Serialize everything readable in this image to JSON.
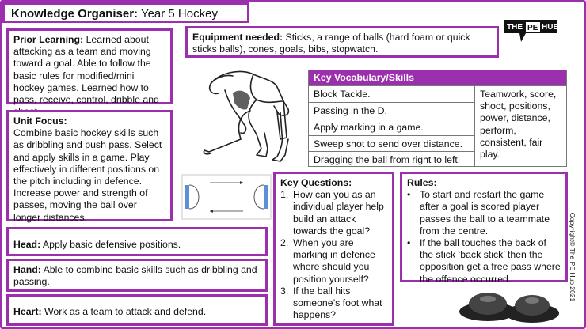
{
  "title": {
    "prefix": "Knowledge Organiser:",
    "suffix": "Year 5 Hockey"
  },
  "logo": {
    "text1": "THE",
    "text2": "PE",
    "text3": "HUB"
  },
  "prior": {
    "label": "Prior Learning:",
    "text": "Learned about attacking as a team and moving toward a goal. Able to follow the basic rules for modified/mini hockey games. Learned how to pass, receive, control, dribble and shoot."
  },
  "equipment": {
    "label": "Equipment needed:",
    "text": "Sticks, a range of balls (hard foam or quick sticks balls), cones, goals, bibs, stopwatch."
  },
  "unit": {
    "label": "Unit Focus:",
    "text": "Combine basic hockey skills such as dribbling and push pass. Select and apply skills in a game. Play effectively in different positions on the pitch including in defence. Increase power and strength of passes, moving the ball over longer distances."
  },
  "vocab": {
    "heading": "Key Vocabulary/Skills",
    "rows": [
      "Block Tackle.",
      "Passing in the D.",
      "Apply marking in a game.",
      "Sweep shot to send over distance.",
      "Dragging the ball from right to left."
    ],
    "side": "Teamwork, score, shoot, positions, power, distance, perform, consistent, fair play."
  },
  "head": {
    "label": "Head:",
    "text": "Apply basic defensive positions."
  },
  "hand": {
    "label": "Hand:",
    "text": "Able to combine basic skills such as dribbling and passing."
  },
  "heart": {
    "label": "Heart:",
    "text": "Work as a team to attack and defend."
  },
  "questions": {
    "label": "Key Questions:",
    "items": [
      {
        "num": "1.",
        "text": "How can you as an individual player help build an attack towards the goal?"
      },
      {
        "num": "2.",
        "text": "When you are marking in defence where should you position yourself?"
      },
      {
        "num": "3.",
        "text": "If the ball hits someone’s foot what happens?"
      }
    ]
  },
  "rules": {
    "label": "Rules:",
    "items": [
      {
        "bullet": "•",
        "text": "To start and restart the game after a goal is scored player passes the ball to a teammate from the centre."
      },
      {
        "bullet": "•",
        "text": "If the ball touches the back of the stick ‘back stick’ then the opposition get a free pass where the offence occurred."
      }
    ]
  },
  "copyright": "Copyright© The PE Hub 2021",
  "colors": {
    "accent": "#9b2fae",
    "pitch_goal": "#5b8fd6"
  }
}
